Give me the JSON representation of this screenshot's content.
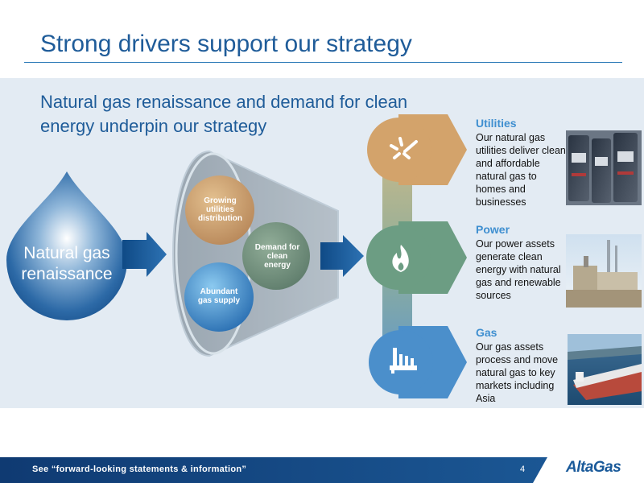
{
  "title": "Strong drivers support our strategy",
  "subtitle": "Natural gas renaissance and demand for clean energy underpin our strategy",
  "drop": {
    "label_line1": "Natural gas",
    "label_line2": "renaissance"
  },
  "drivers": [
    {
      "line1": "Growing",
      "line2": "utilities",
      "line3": "distribution"
    },
    {
      "line1": "Demand for",
      "line2": "clean",
      "line3": "energy"
    },
    {
      "line1": "Abundant",
      "line2": "gas supply"
    }
  ],
  "segments": [
    {
      "title": "Utilities",
      "description": "Our natural gas utilities deliver clean and affordable natural gas to homes and businesses",
      "icon": "gas-meter-icon",
      "color": "#d3a36b"
    },
    {
      "title": "Power",
      "description": "Our power assets generate clean energy with natural gas and renewable sources",
      "icon": "flame-icon",
      "color": "#6c9d83"
    },
    {
      "title": "Gas",
      "description": "Our gas assets process and move natural gas to key markets including Asia",
      "icon": "gas-plant-icon",
      "color": "#4b8fcb"
    }
  ],
  "footer": {
    "text": "See “forward-looking statements & information”",
    "page": "4",
    "logo": "AltaGas"
  }
}
